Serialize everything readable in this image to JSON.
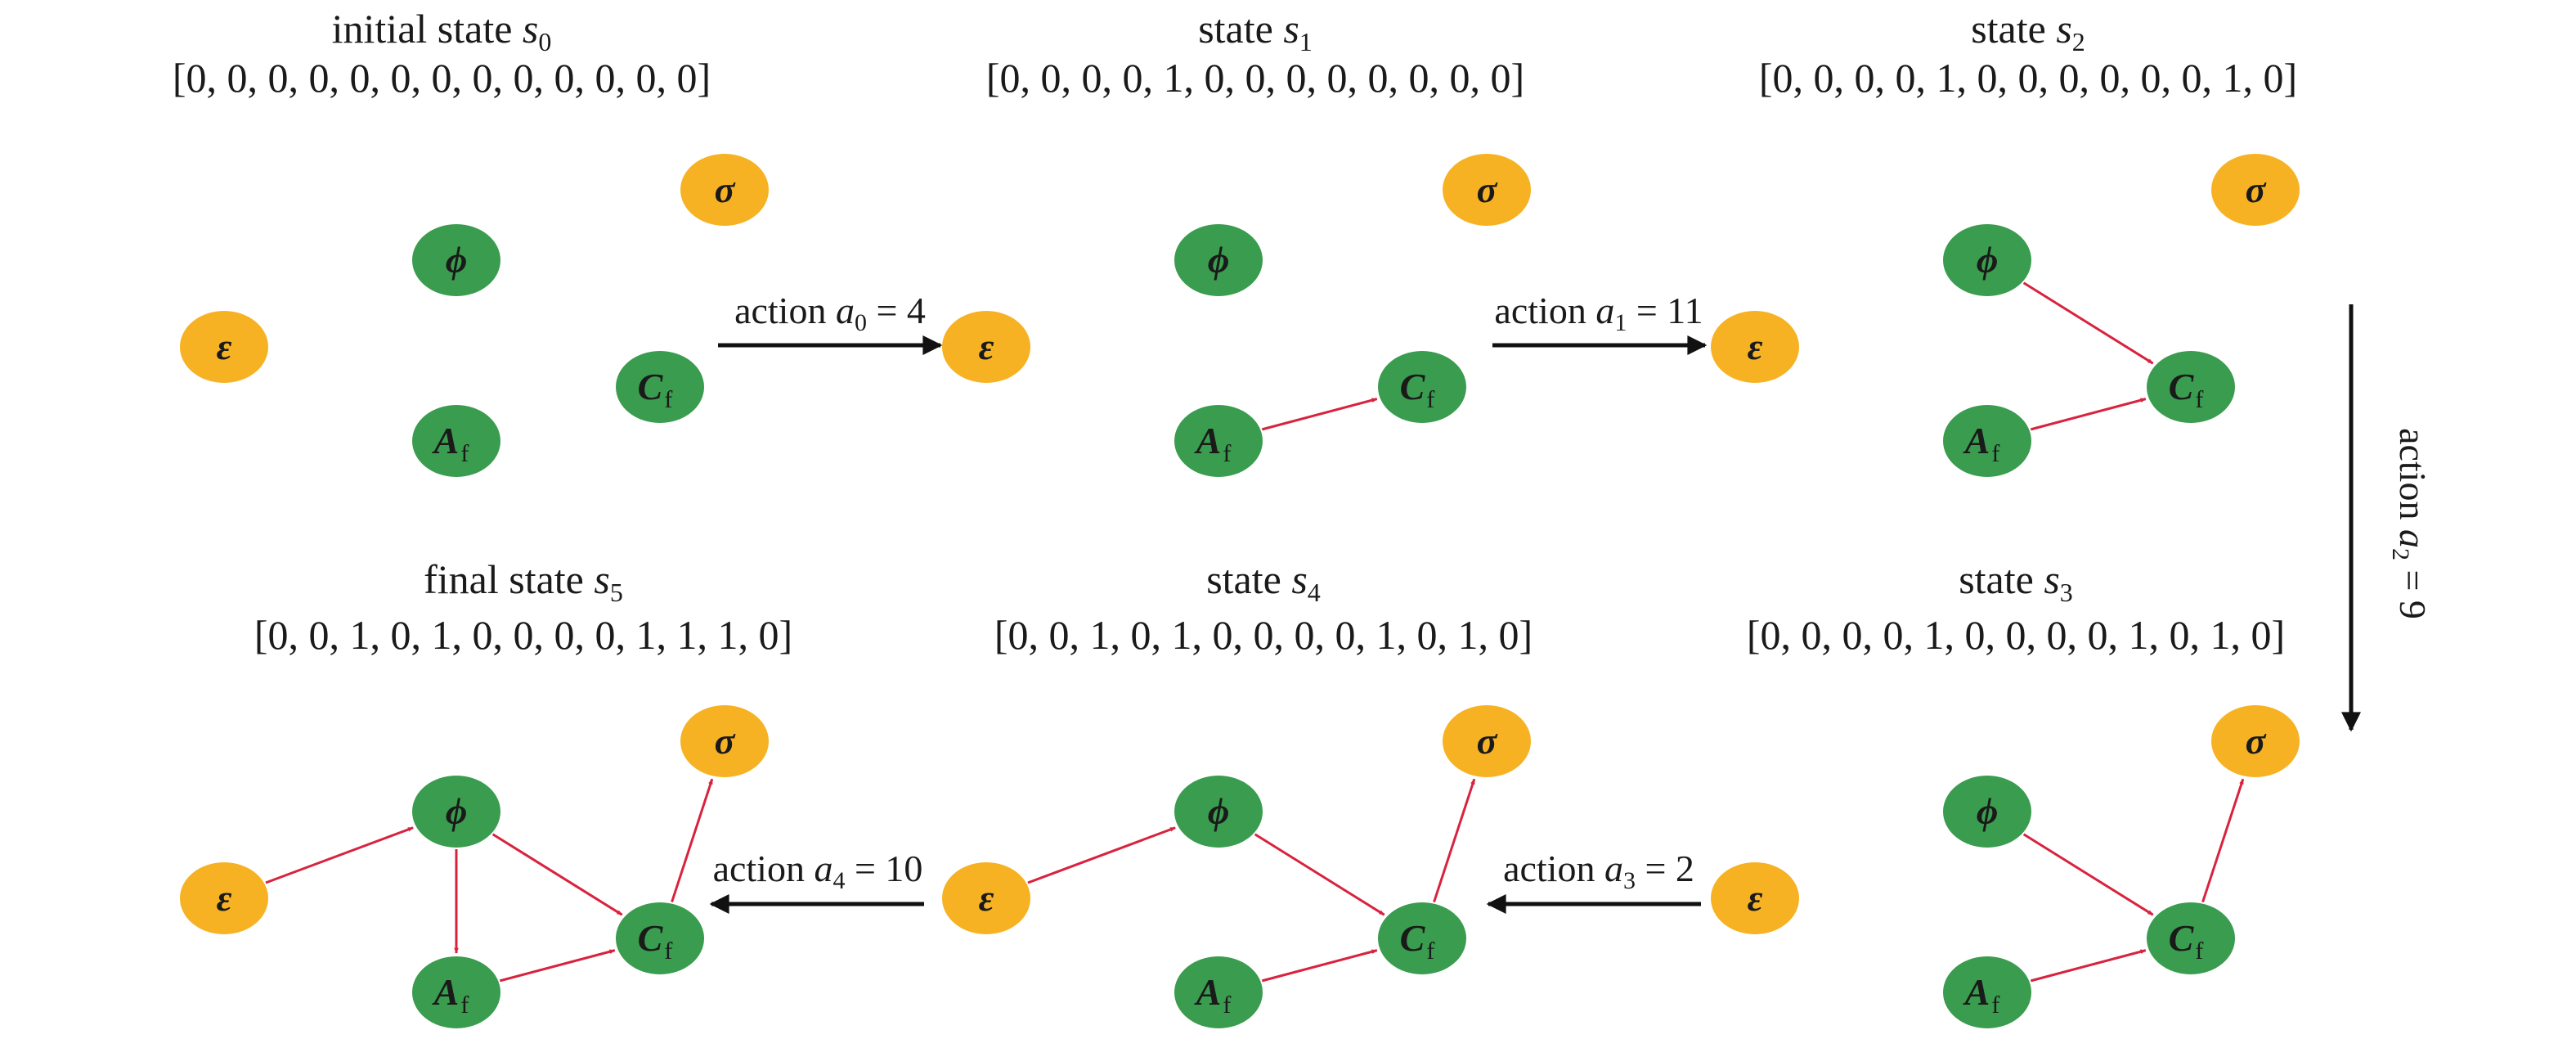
{
  "colors": {
    "orange_node": "#f6b223",
    "green_node": "#3a9c4e",
    "edge": "#d8233f",
    "action_arrow": "#111111"
  },
  "panels": [
    {
      "id": "s0",
      "prefix": "initial state ",
      "var": "s",
      "sub": "0",
      "vector": "[0, 0, 0, 0, 0, 0, 0, 0, 0, 0, 0, 0, 0]"
    },
    {
      "id": "s1",
      "prefix": "state ",
      "var": "s",
      "sub": "1",
      "vector": "[0, 0, 0, 0, 1, 0, 0, 0, 0, 0, 0, 0, 0]"
    },
    {
      "id": "s2",
      "prefix": "state ",
      "var": "s",
      "sub": "2",
      "vector": "[0, 0, 0, 0, 1, 0, 0, 0, 0, 0, 0, 1, 0]"
    },
    {
      "id": "s3",
      "prefix": "state ",
      "var": "s",
      "sub": "3",
      "vector": "[0, 0, 0, 0, 1, 0, 0, 0, 0, 1, 0, 1, 0]"
    },
    {
      "id": "s4",
      "prefix": "state ",
      "var": "s",
      "sub": "4",
      "vector": "[0, 0, 1, 0, 1, 0, 0, 0, 0, 1, 0, 1, 0]"
    },
    {
      "id": "s5",
      "prefix": "final state ",
      "var": "s",
      "sub": "5",
      "vector": "[0, 0, 1, 0, 1, 0, 0, 0, 0, 1, 1, 1, 0]"
    }
  ],
  "nodes": {
    "sigma": {
      "glyph": "σ",
      "sub": "",
      "color": "orange"
    },
    "phi": {
      "glyph": "ϕ",
      "sub": "",
      "color": "green"
    },
    "epsilon": {
      "glyph": "ε",
      "sub": "",
      "color": "orange"
    },
    "Cf": {
      "glyph": "C",
      "sub": "f",
      "color": "green"
    },
    "Af": {
      "glyph": "A",
      "sub": "f",
      "color": "green"
    }
  },
  "edges": {
    "s0": [],
    "s1": [
      [
        "Af",
        "Cf"
      ]
    ],
    "s2": [
      [
        "Af",
        "Cf"
      ],
      [
        "phi",
        "Cf"
      ]
    ],
    "s3": [
      [
        "Af",
        "Cf"
      ],
      [
        "phi",
        "Cf"
      ],
      [
        "Cf",
        "sigma"
      ]
    ],
    "s4": [
      [
        "Af",
        "Cf"
      ],
      [
        "phi",
        "Cf"
      ],
      [
        "Cf",
        "sigma"
      ],
      [
        "epsilon",
        "phi"
      ]
    ],
    "s5": [
      [
        "Af",
        "Cf"
      ],
      [
        "phi",
        "Cf"
      ],
      [
        "Cf",
        "sigma"
      ],
      [
        "epsilon",
        "phi"
      ],
      [
        "phi",
        "Af"
      ]
    ]
  },
  "actions": [
    {
      "id": "a0",
      "prefix": "action ",
      "var": "a",
      "sub": "0",
      "value": " = 4"
    },
    {
      "id": "a1",
      "prefix": "action  ",
      "var": "a",
      "sub": "1",
      "value": " = 11"
    },
    {
      "id": "a2",
      "prefix": "action ",
      "var": "a",
      "sub": "2",
      "value": " = 9"
    },
    {
      "id": "a3",
      "prefix": "action ",
      "var": "a",
      "sub": "3",
      "value": " = 2"
    },
    {
      "id": "a4",
      "prefix": "action ",
      "var": "a",
      "sub": "4",
      "value": " = 10"
    }
  ]
}
